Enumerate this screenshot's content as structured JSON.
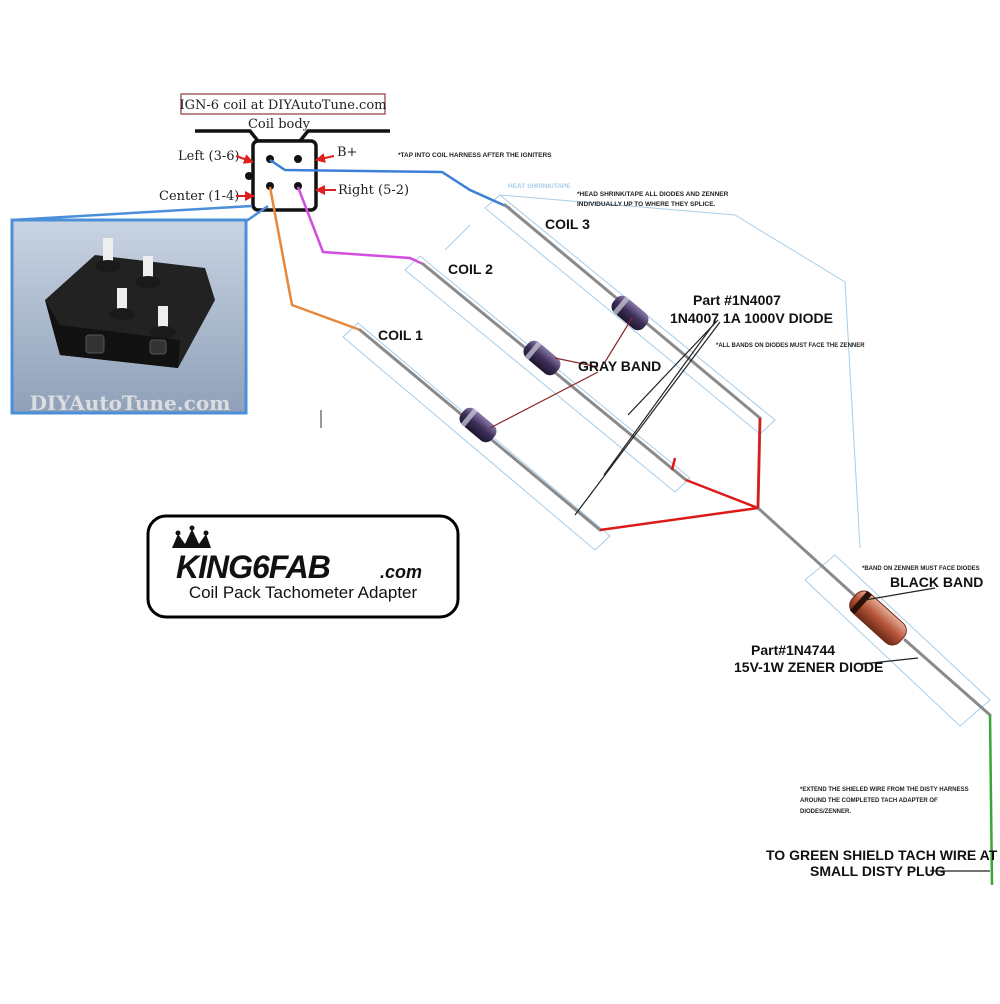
{
  "coil_module": {
    "title": "IGN-6 coil at DIYAutoTune.com",
    "body_label": "Coil body",
    "pins": {
      "left": "Left (3-6)",
      "center": "Center (1-4)",
      "bplus": "B+",
      "right": "Right (5-2)"
    },
    "photo_watermark": "DIYAutoTune.com"
  },
  "notes": {
    "tap": "*TAP INTO COIL HARNESS AFTER THE IGNITERS",
    "heat_shrink_tag": "HEAT SHRINK/TAPE",
    "heat_shrink_1": "*HEAD SHRINK/TAPE ALL DIODES AND ZENNER",
    "heat_shrink_2": "INDIVIDUALLY UP TO WHERE THEY SPLICE.",
    "bands": "*ALL BANDS ON DIODES MUST FACE THE ZENNER",
    "zener_band": "*BAND ON ZENNER MUST FACE DIODES",
    "extend_1": "*EXTEND THE SHIELED WIRE FROM THE DISTY HARNESS",
    "extend_2": "AROUND THE COMPLETED TACH ADAPTER OF",
    "extend_3": "DIODES/ZENNER."
  },
  "labels": {
    "coil1": "COIL 1",
    "coil2": "COIL 2",
    "coil3": "COIL 3",
    "part_diode_1": "Part #1N4007",
    "part_diode_2": "1N4007 1A 1000V DIODE",
    "gray_band": "GRAY BAND",
    "black_band": "BLACK BAND",
    "part_zener_1": "Part#1N4744",
    "part_zener_2": "15V-1W ZENER DIODE",
    "tach_1": "TO GREEN SHIELD  TACH WIRE AT",
    "tach_2": "SMALL DISTY PLUG"
  },
  "logo": {
    "brand": "KING6FAB",
    "domain": ".com",
    "subtitle": "Coil Pack Tachometer Adapter"
  },
  "colors": {
    "blue_wire": "#3b7fd6",
    "magenta_wire": "#d24ee0",
    "orange_wire": "#e8863a",
    "red_wire": "#dd1a1a",
    "green_wire": "#3aa63a",
    "pin_arrow": "#e02020",
    "diode_body": "#4a3a6a",
    "zener_body": "#b5553a",
    "shrink_outline": "#9cc6e6",
    "photo_frame": "#4a8fd8"
  }
}
